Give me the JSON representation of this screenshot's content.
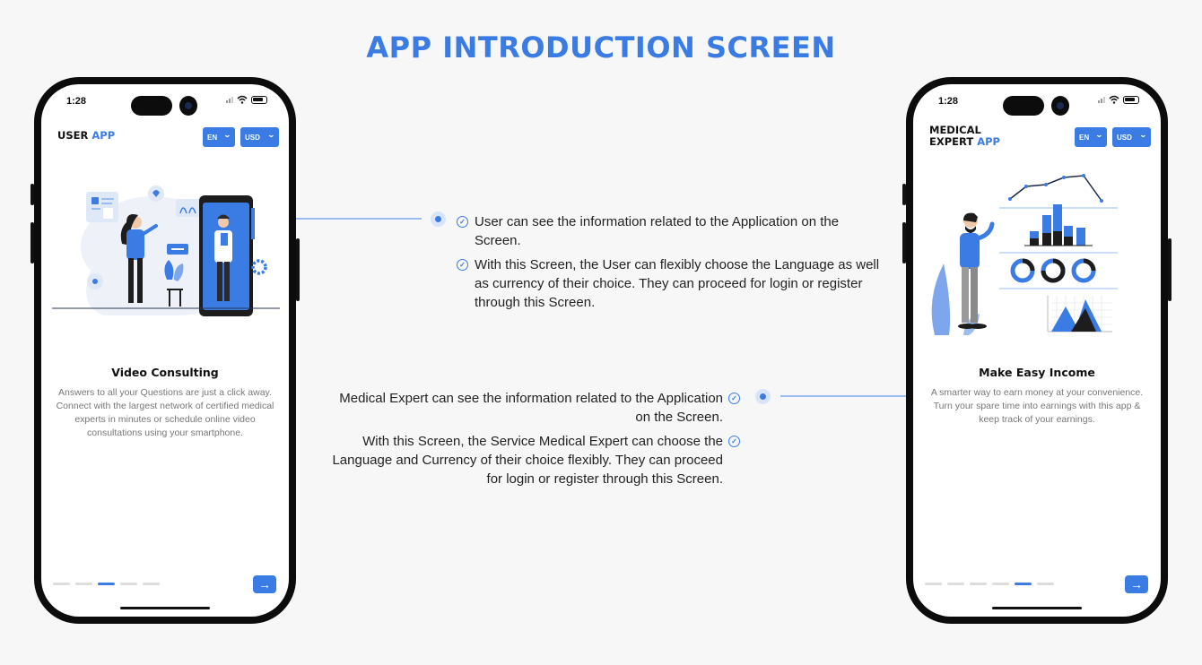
{
  "page": {
    "title": "APP INTRODUCTION SCREEN"
  },
  "user_phone": {
    "time": "1:28",
    "app_label_main": "USER",
    "app_label_accent": "APP",
    "language": "EN",
    "currency": "USD",
    "slide_title": "Video Consulting",
    "slide_description": "Answers to all your Questions are just a click away. Connect with the largest network of certified medical experts in minutes or schedule online video consultations using your smartphone.",
    "active_dot": 3,
    "dot_count": 5
  },
  "expert_phone": {
    "time": "1:28",
    "app_label_line1": "MEDICAL",
    "app_label_line2": "EXPERT",
    "app_label_accent": "APP",
    "language": "EN",
    "currency": "USD",
    "slide_title": "Make Easy Income",
    "slide_description": "A smarter way to earn money at your convenience. Turn your spare time into earnings with this app & keep track of your earnings.",
    "active_dot": 5,
    "dot_count": 6
  },
  "user_features": [
    "User can see the information related to the Application on the Screen.",
    "With this Screen, the User can flexibly choose the Language as well as currency of their choice. They can proceed for login or register through this Screen."
  ],
  "expert_features": [
    "Medical Expert can see the information related to the Application on the Screen.",
    "With this Screen, the Service Medical Expert can choose the Language and Currency of their choice flexibly. They can proceed for login or register through this Screen."
  ],
  "colors": {
    "accent": "#3a7be4",
    "background": "#f7f7f7",
    "frame": "#0c0c0c"
  },
  "icons": [
    "check-circle-icon",
    "arrow-right-icon",
    "chevron-down-icon",
    "wifi-icon",
    "battery-icon"
  ]
}
